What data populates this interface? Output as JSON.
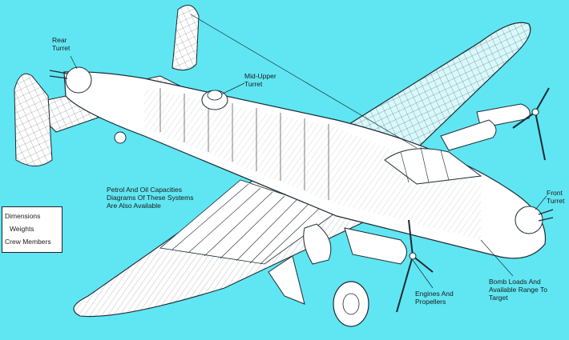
{
  "labels": {
    "rear_turret": "Rear\nTurret",
    "mid_upper_turret": "Mid-Upper\nTurret",
    "petrol_oil": "Petrol And Oil Capacities\nDiagrams Of These Systems\nAre Also Available",
    "front_turret": "Front\nTurret",
    "engines_propellers": "Engines And\nPropellers",
    "bomb_loads": "Bomb Loads And\nAvailable Range To\nTarget"
  },
  "info_box": {
    "dimensions": "Dimensions",
    "weights": "Weights",
    "crew_members": "Crew Members"
  },
  "colors": {
    "background": "#5fe6f2",
    "line": "#1e2a33",
    "panel": "#ffffff"
  }
}
